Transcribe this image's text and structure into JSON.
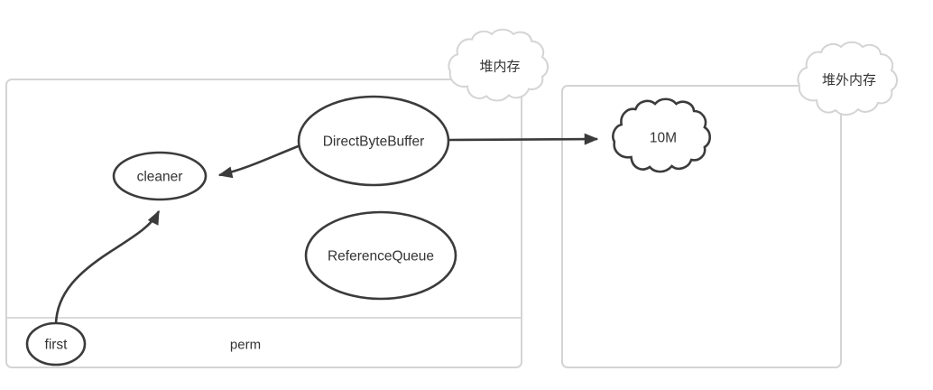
{
  "diagram": {
    "title_implicit": "DirectByteBuffer off-heap memory diagram",
    "colors": {
      "background": "#ffffff",
      "stroke_dark": "#3b3b3b",
      "stroke_light": "#d4d4d4",
      "text": "#333333"
    },
    "regions": {
      "heap": {
        "label": "堆内存",
        "perm_label": "perm"
      },
      "off_heap": {
        "label": "堆外内存"
      }
    },
    "nodes": {
      "direct_byte_buffer": {
        "label": "DirectByteBuffer",
        "shape": "ellipse"
      },
      "cleaner": {
        "label": "cleaner",
        "shape": "ellipse"
      },
      "reference_queue": {
        "label": "ReferenceQueue",
        "shape": "ellipse"
      },
      "first": {
        "label": "first",
        "shape": "ellipse"
      },
      "off_heap_block": {
        "label": "10M",
        "shape": "cloud"
      }
    },
    "edges": [
      {
        "from": "DirectByteBuffer",
        "to": "10M",
        "style": "straight-arrow"
      },
      {
        "from": "DirectByteBuffer",
        "to": "cleaner",
        "style": "curved-arrow"
      },
      {
        "from": "first",
        "to": "cleaner",
        "style": "s-curved-arrow"
      }
    ]
  }
}
